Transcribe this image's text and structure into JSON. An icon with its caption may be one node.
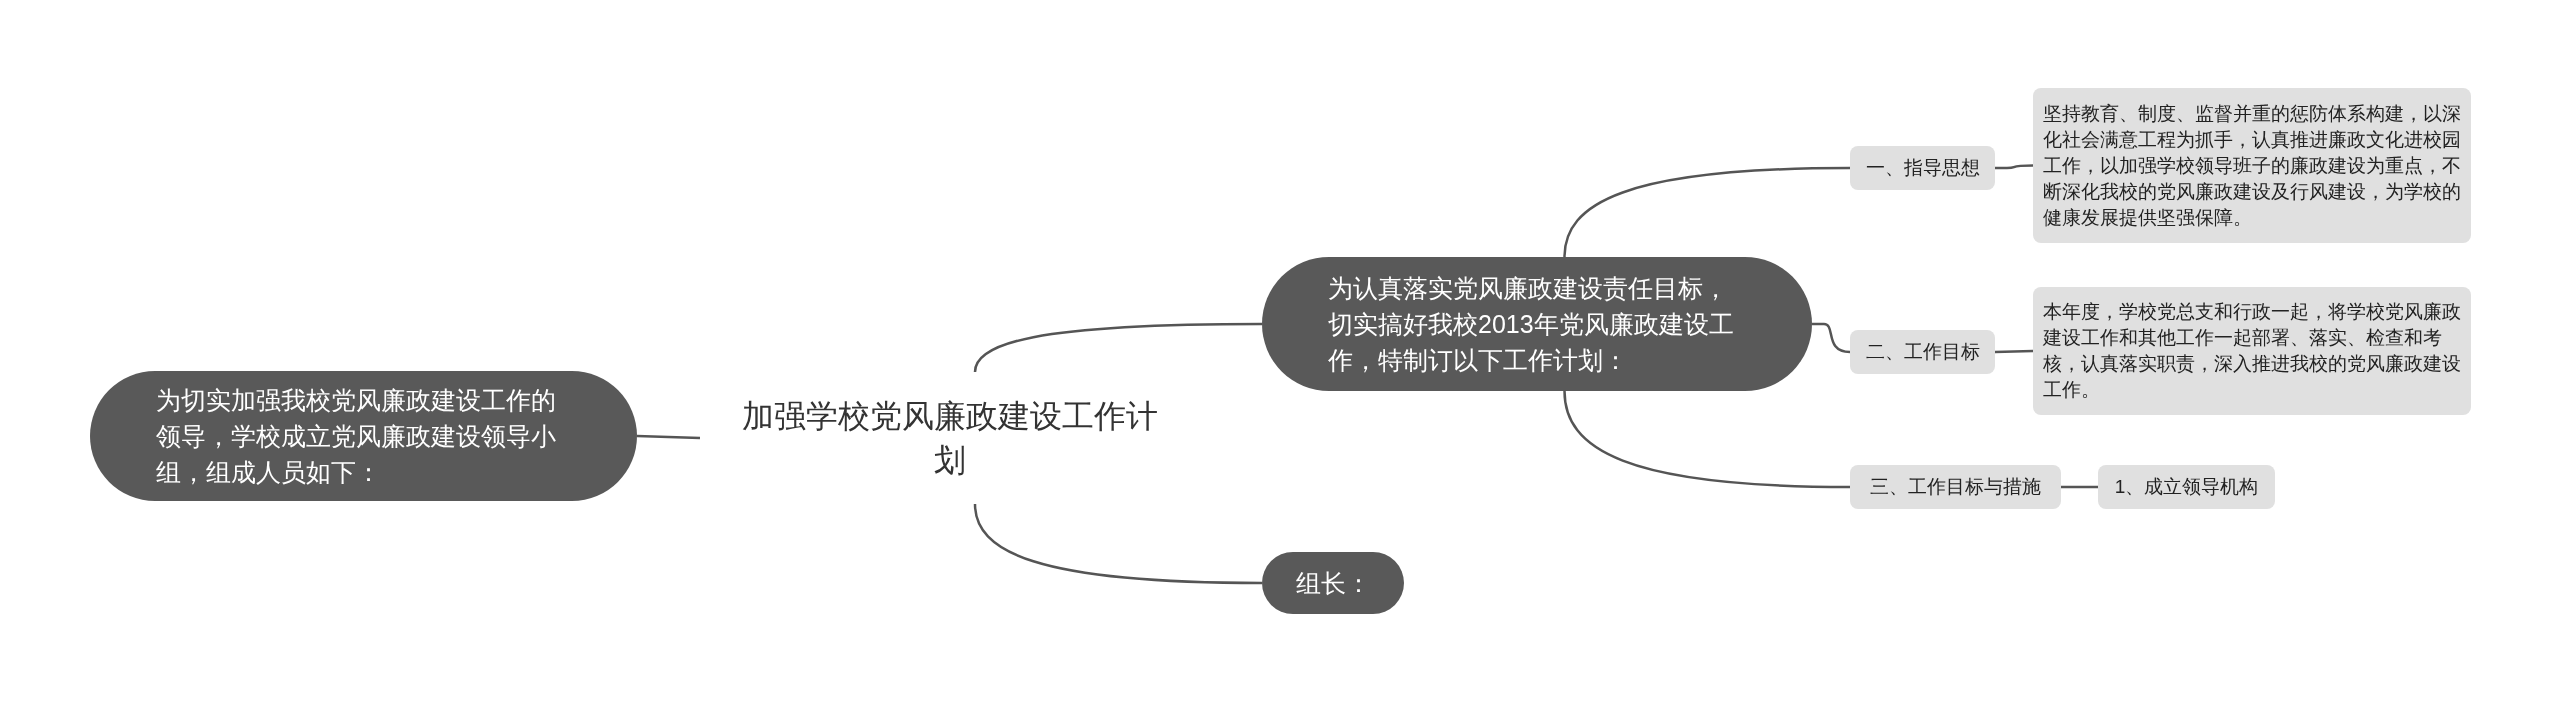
{
  "diagram": {
    "nodes": [
      {
        "text": [
          "加强学校党风廉政建设工作计划"
        ]
      },
      {
        "text": [
          "为切实加强我校党风廉政建设工作的领导，学校成立党风廉政建设领导小组，组成人员如下："
        ]
      },
      {
        "text": [
          "为认真落实党风廉政建设责任目标，切实搞好我校2013年党风廉政建设工作，特制订以下工作计划："
        ]
      },
      {
        "text": [
          "组长："
        ]
      },
      {
        "text": [
          "一、指导思想"
        ]
      },
      {
        "text": [
          "坚持教育、制度、监督并重的惩防体系构建，以深化社会满意工程为抓手，认真推进廉政文化进校园工作，以加强学校领导班子的廉政建设为重点，不断深化我校的党风廉政建设及行风建设，为学校的健康发展提供坚强保障。"
        ]
      },
      {
        "text": [
          "二、工作目标"
        ]
      },
      {
        "text": [
          "本年度，学校党总支和行政一起，将学校党风廉政建设工作和其他工作一起部署、落实、检查和考核，认真落实职责，深入推进我校的党风廉政建设工作。"
        ]
      },
      {
        "text": [
          "三、工作目标与措施"
        ]
      },
      {
        "text": [
          "1、成立领导机构"
        ]
      }
    ],
    "edges": [
      {
        "from": 0,
        "to": 1,
        "arrow": "none"
      },
      {
        "from": 0,
        "to": 2,
        "arrow": "none"
      },
      {
        "from": 0,
        "to": 3,
        "arrow": "none"
      },
      {
        "from": 2,
        "to": 4,
        "arrow": "none"
      },
      {
        "from": 2,
        "to": 6,
        "arrow": "none"
      },
      {
        "from": 2,
        "to": 8,
        "arrow": "none"
      },
      {
        "from": 4,
        "to": 5,
        "arrow": "none"
      },
      {
        "from": 6,
        "to": 7,
        "arrow": "none"
      },
      {
        "from": 8,
        "to": 9,
        "arrow": "none"
      }
    ]
  }
}
